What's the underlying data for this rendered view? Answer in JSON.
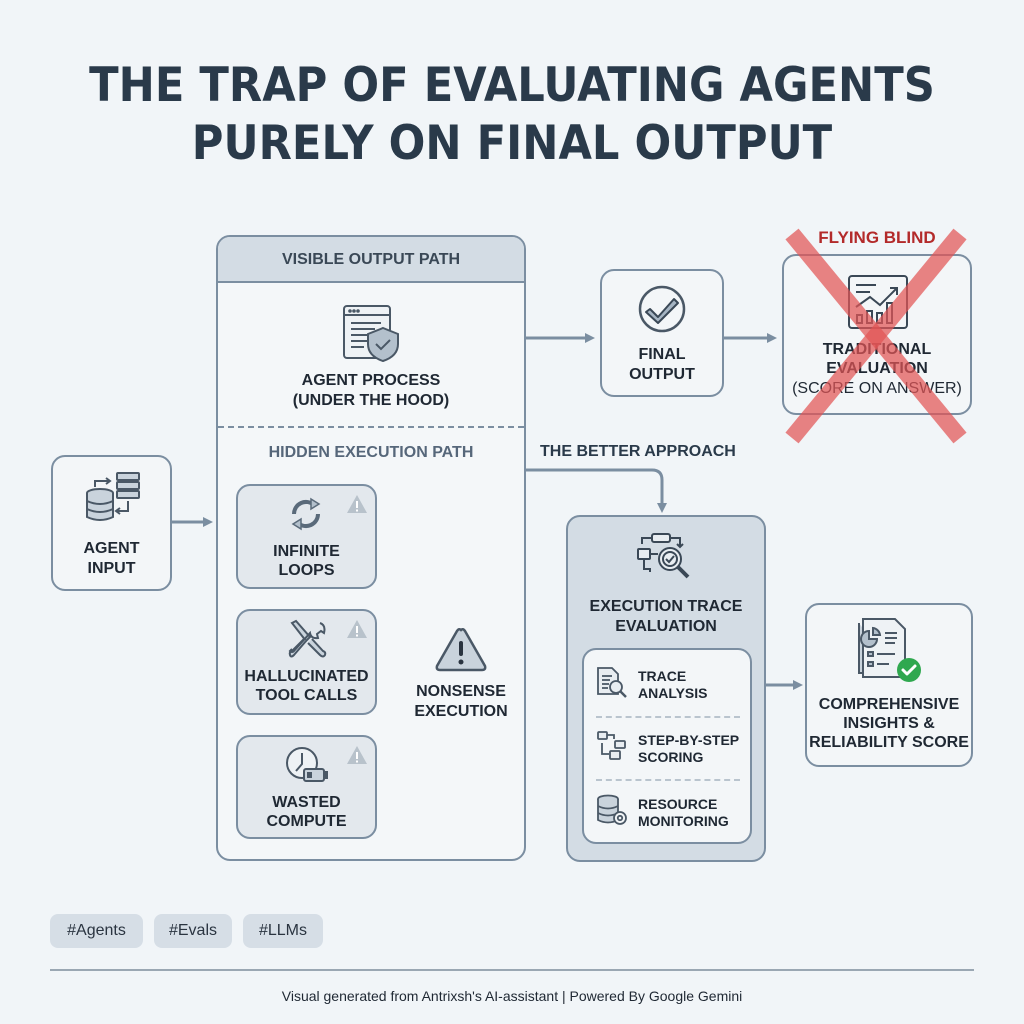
{
  "title": {
    "line1": "THE TRAP OF EVALUATING AGENTS",
    "line2": "PURELY ON FINAL OUTPUT"
  },
  "agent_input": {
    "icon": "database-server-sync-icon",
    "label_line1": "AGENT",
    "label_line2": "INPUT"
  },
  "visible_path": {
    "header": "VISIBLE OUTPUT PATH",
    "process": {
      "icon": "browser-shield-check-icon",
      "label_line1": "AGENT PROCESS",
      "label_line2": "(UNDER THE HOOD)"
    }
  },
  "hidden_path": {
    "header": "HIDDEN EXECUTION PATH",
    "issues": [
      {
        "icon": "refresh-loop-icon",
        "label_line1": "INFINITE",
        "label_line2": "LOOPS",
        "badge": "warning-icon"
      },
      {
        "icon": "tools-icon",
        "label_line1": "HALLUCINATED",
        "label_line2": "TOOL CALLS",
        "badge": "warning-icon"
      },
      {
        "icon": "clock-battery-icon",
        "label_line1": "WASTED",
        "label_line2": "COMPUTE",
        "badge": "warning-icon"
      }
    ],
    "result": {
      "icon": "warning-triangle-icon",
      "label_line1": "NONSENSE",
      "label_line2": "EXECUTION"
    }
  },
  "final_output": {
    "icon": "check-circle-icon",
    "label_line1": "FINAL",
    "label_line2": "OUTPUT"
  },
  "traditional": {
    "banner": "FLYING BLIND",
    "icon": "chart-presentation-icon",
    "label_line1": "TRADITIONAL",
    "label_line2": "EVALUATION",
    "label_line3": "(SCORE ON ANSWER)",
    "cross_color": "#e04848"
  },
  "better_approach": {
    "label": "THE BETTER APPROACH"
  },
  "trace_eval": {
    "icon": "flow-magnifier-icon",
    "label_line1": "EXECUTION TRACE",
    "label_line2": "EVALUATION",
    "items": [
      {
        "icon": "document-search-icon",
        "label_line1": "TRACE",
        "label_line2": "ANALYSIS"
      },
      {
        "icon": "flow-steps-icon",
        "label_line1": "STEP-BY-STEP",
        "label_line2": "SCORING"
      },
      {
        "icon": "database-gear-icon",
        "label_line1": "RESOURCE",
        "label_line2": "MONITORING"
      }
    ]
  },
  "insights": {
    "icon": "report-check-icon",
    "label_line1": "COMPREHENSIVE",
    "label_line2": "INSIGHTS &",
    "label_line3": "RELIABILITY SCORE",
    "check_color": "#2fa84f"
  },
  "tags": [
    "#Agents",
    "#Evals",
    "#LLMs"
  ],
  "footer": "Visual generated from Antrixsh's AI-assistant | Powered By Google Gemini"
}
